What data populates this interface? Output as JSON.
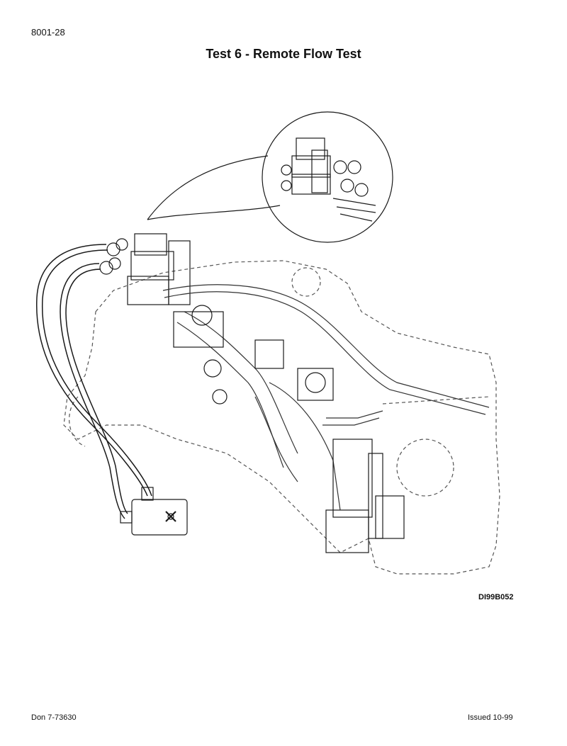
{
  "header": {
    "page_number": "8001-28",
    "title": "Test 6 - Remote Flow Test"
  },
  "figure": {
    "id": "DI99B052"
  },
  "footer": {
    "document_number": "Don 7-73630",
    "issue": "Issued 10-99"
  }
}
